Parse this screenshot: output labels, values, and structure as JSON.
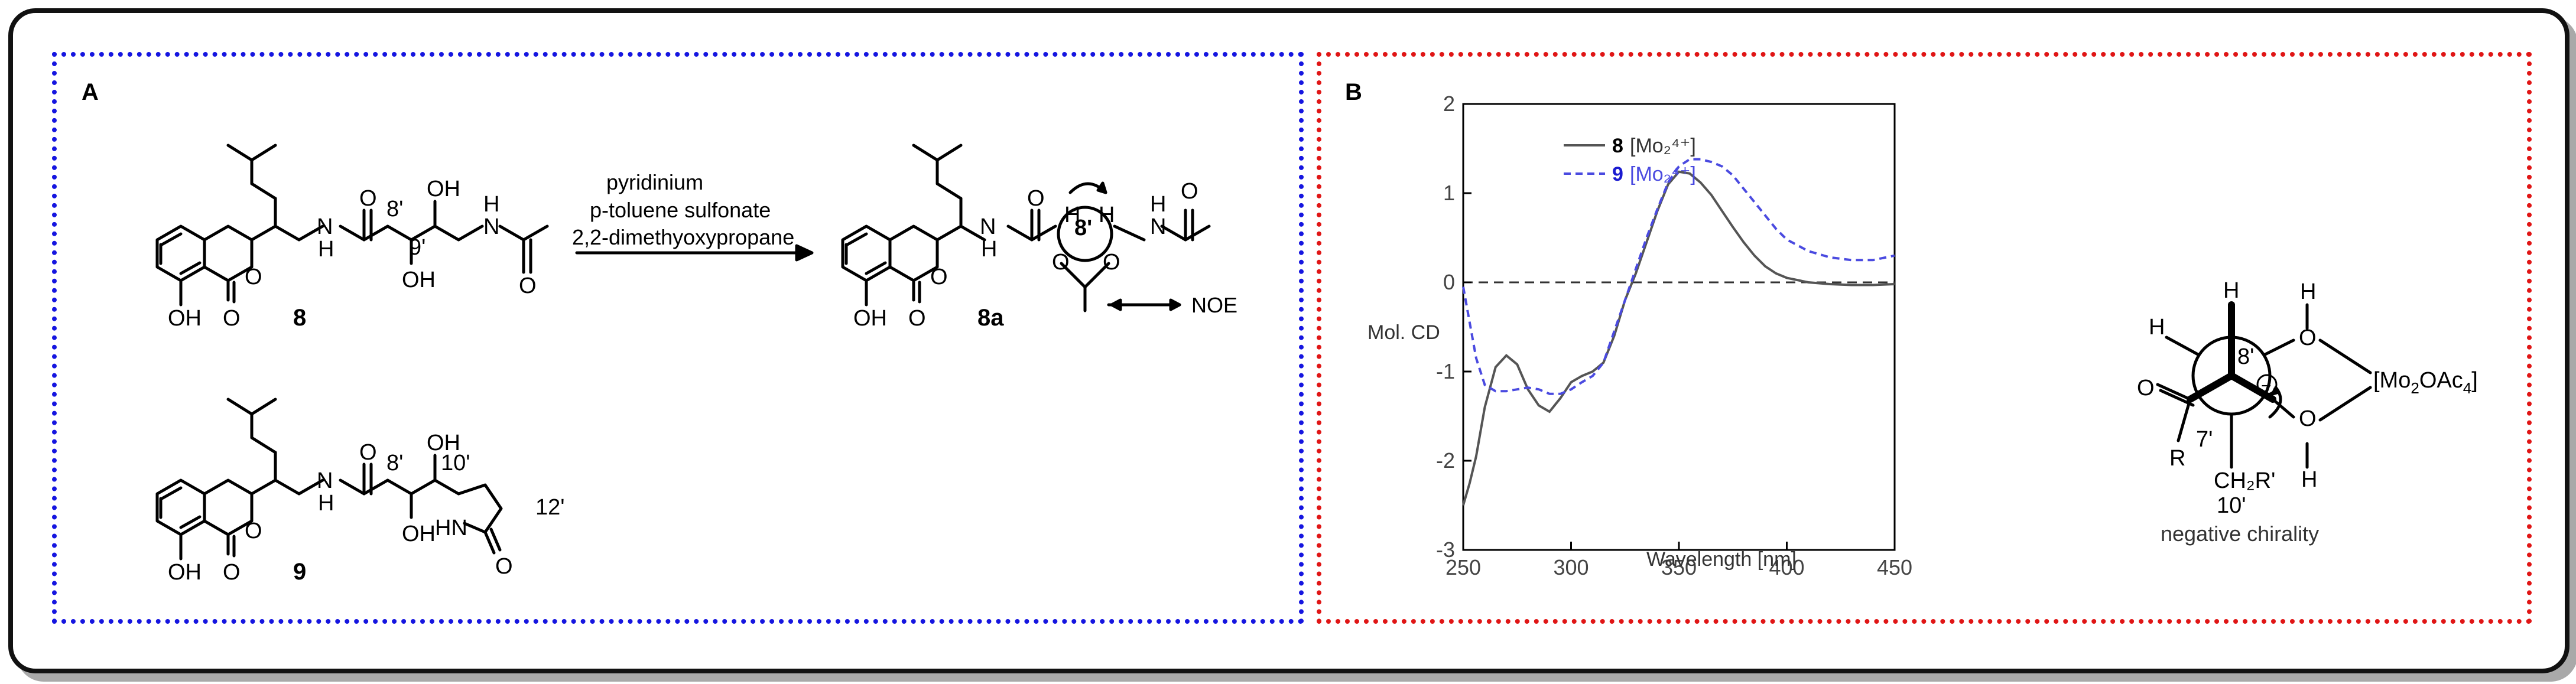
{
  "panel_a": {
    "letter": "A",
    "compound_8": {
      "label": "8",
      "oh_phenol": "OH",
      "o_lactone": "O",
      "o_carbonyl": "O",
      "nh_amide": "H",
      "n_amide": "N",
      "o_amide": "O",
      "pos_8": "8'",
      "pos_9": "9'",
      "oh_top": "OH",
      "oh_bottom": "OH",
      "nh_acetyl_h": "H",
      "nh_acetyl_n": "N",
      "o_acetyl": "O"
    },
    "reagents": {
      "line1": "pyridinium",
      "line2": "p-toluene sulfonate",
      "line3": "2,2-dimethyoxypropane"
    },
    "compound_8a": {
      "label": "8a",
      "oh_phenol": "OH",
      "o_lactone": "O",
      "o_carbonyl": "O",
      "n_amide": "N",
      "nh_amide": "H",
      "o_amide": "O",
      "h_left": "H",
      "h_right": "H",
      "pos_8": "8'",
      "o_ketal_left": "O",
      "o_ketal_right": "O",
      "nh_acetyl_h": "H",
      "nh_acetyl_n": "N",
      "o_acetyl": "O",
      "noe_label": "NOE"
    },
    "compound_9": {
      "label": "9",
      "oh_phenol": "OH",
      "o_lactone": "O",
      "o_carbonyl": "O",
      "n_amide": "N",
      "nh_amide": "H",
      "o_amide": "O",
      "pos_8": "8'",
      "pos_10": "10'",
      "oh_top": "OH",
      "oh_bottom": "OH",
      "hn_ring": "HN",
      "o_ring": "O",
      "pos_12": "12'"
    }
  },
  "panel_b": {
    "letter": "B",
    "newman": {
      "h_top": "H",
      "h_left": "H",
      "o_top_right": "O",
      "h_o_top": "H",
      "o_bottom_right": "O",
      "h_o_bottom": "H",
      "pos_8": "8'",
      "pos_7": "7'",
      "o_carbonyl": "O",
      "r_group": "R",
      "ch2r": "CH₂R'",
      "pos_10": "10'",
      "minus": "−",
      "complex_prefix": "[Mo",
      "complex_sub": "2",
      "complex_mid": "OAc",
      "complex_sub2": "4",
      "complex_suffix": "]",
      "caption": "negative chirality"
    }
  },
  "chart_data": {
    "type": "line",
    "title": "",
    "xlabel": "Wavelength [nm]",
    "ylabel": "Mol. CD",
    "xlim": [
      250,
      450
    ],
    "ylim": [
      -3,
      2
    ],
    "xticks": [
      250,
      300,
      350,
      400,
      450
    ],
    "yticks": [
      2,
      1,
      0,
      -1,
      -2,
      -3
    ],
    "legend_position": "top-left",
    "zero_line": true,
    "series": [
      {
        "name_num": "8",
        "name_rest": "[Mo₂⁴⁺]",
        "color": "#555555",
        "dash": "solid",
        "x": [
          250,
          253,
          256,
          260,
          265,
          270,
          275,
          280,
          285,
          290,
          295,
          300,
          305,
          310,
          315,
          320,
          325,
          330,
          335,
          340,
          345,
          350,
          355,
          360,
          365,
          370,
          375,
          380,
          385,
          390,
          395,
          400,
          410,
          420,
          430,
          440,
          450
        ],
        "y": [
          -2.5,
          -2.25,
          -1.95,
          -1.4,
          -0.95,
          -0.82,
          -0.92,
          -1.2,
          -1.38,
          -1.45,
          -1.3,
          -1.12,
          -1.05,
          -1.0,
          -0.9,
          -0.6,
          -0.2,
          0.1,
          0.45,
          0.8,
          1.1,
          1.24,
          1.22,
          1.12,
          0.98,
          0.8,
          0.62,
          0.45,
          0.3,
          0.18,
          0.1,
          0.05,
          0.0,
          -0.02,
          -0.03,
          -0.03,
          -0.02
        ]
      },
      {
        "name_num": "9",
        "name_rest": "[Mo₂⁴⁺]",
        "color": "#4a4ae0",
        "dash": "dashed",
        "x": [
          250,
          253,
          256,
          260,
          265,
          270,
          275,
          280,
          285,
          290,
          295,
          300,
          305,
          310,
          315,
          320,
          325,
          330,
          335,
          340,
          345,
          350,
          355,
          360,
          365,
          370,
          375,
          380,
          385,
          390,
          395,
          400,
          410,
          420,
          430,
          440,
          450
        ],
        "y": [
          -0.05,
          -0.45,
          -0.85,
          -1.15,
          -1.22,
          -1.22,
          -1.2,
          -1.18,
          -1.2,
          -1.25,
          -1.25,
          -1.2,
          -1.12,
          -1.05,
          -0.9,
          -0.55,
          -0.2,
          0.15,
          0.5,
          0.82,
          1.12,
          1.3,
          1.38,
          1.38,
          1.35,
          1.3,
          1.2,
          1.05,
          0.9,
          0.75,
          0.6,
          0.48,
          0.35,
          0.28,
          0.25,
          0.25,
          0.3
        ]
      }
    ]
  }
}
